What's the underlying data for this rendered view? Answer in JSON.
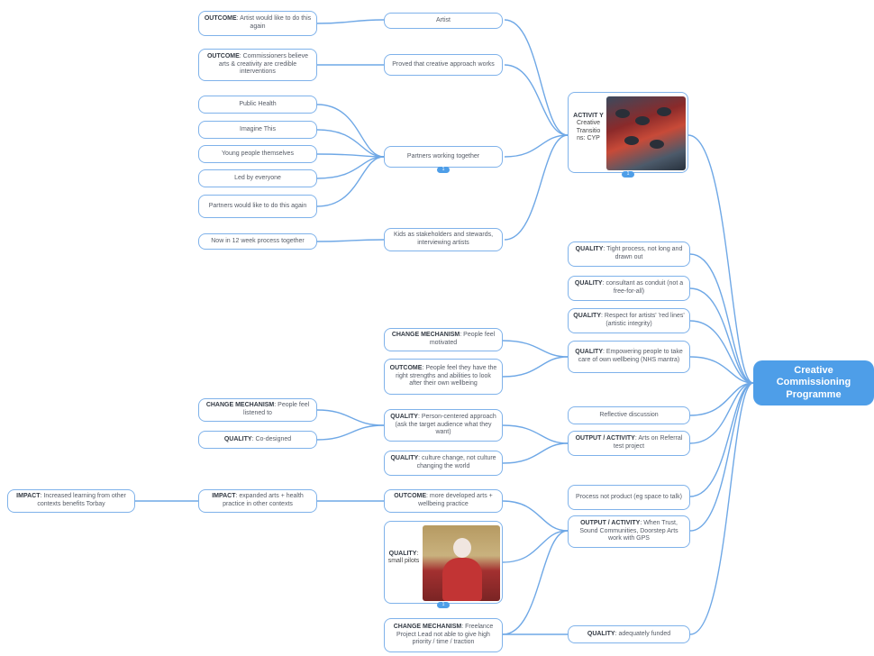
{
  "root": {
    "label": "Creative Commissioning Programme"
  },
  "activity": {
    "head": "ACTIVIT Y",
    "text": "Creative Transitio ns: CYP",
    "badge": "1"
  },
  "branch_top": {
    "artist": "Artist",
    "proved": "Proved that creative approach works",
    "partners": "Partners working together",
    "partners_badge": "1",
    "kids": "Kids as stakeholders and stewards, interviewing artists"
  },
  "outcomes_top": [
    {
      "b": "OUTCOME",
      "t": ": Artist would like to do this again"
    },
    {
      "b": "OUTCOME",
      "t": ": Commissioners believe arts & creativity are credible interventions"
    }
  ],
  "partners_list": [
    "Public Health",
    "Imagine This",
    "Young people themselves",
    "Led by everyone",
    "Partners would like to do this again"
  ],
  "kids_child": "Now in 12 week process together",
  "qualities_right": [
    {
      "b": "QUALITY",
      "t": ": Tight process, not long and drawn out"
    },
    {
      "b": "QUALITY",
      "t": ": consultant as conduit (not a free-for-all)"
    },
    {
      "b": "QUALITY",
      "t": ": Respect for artists' 'red lines' (artistic integrity)"
    },
    {
      "b": "QUALITY",
      "t": ": Empowering people to take care of own wellbeing (NHS mantra)"
    }
  ],
  "empower_children": [
    {
      "b": "CHANGE MECHANISM",
      "t": ": People feel motivated"
    },
    {
      "b": "OUTCOME",
      "t": ": People feel they have the right strengths and abilities to look after their own wellbeing"
    }
  ],
  "reflective": "Reflective discussion",
  "output_arts": {
    "b": "OUTPUT / ACTIVITY",
    "t": ": Arts on Referral test project"
  },
  "arts_children": [
    {
      "b": "QUALITY",
      "t": ": Person-centered approach (ask the target audience what they want)"
    },
    {
      "b": "QUALITY",
      "t": ": culture change, not culture changing the world"
    }
  ],
  "person_children": [
    {
      "b": "CHANGE MECHANISM",
      "t": ": People feel listened to"
    },
    {
      "b": "QUALITY",
      "t": ": Co-designed"
    }
  ],
  "process": "Process not product (eg space to talk)",
  "output_when": {
    "b": "OUTPUT / ACTIVITY",
    "t": ": When Trust, Sound Communities, Doorstep Arts work with GPS"
  },
  "when_children": {
    "outcome": {
      "b": "OUTCOME",
      "t": ": more developed arts + wellbeing practice"
    },
    "small": {
      "b": "QUALITY",
      "t": ": small pilots"
    },
    "small_badge": "1",
    "freelance": {
      "b": "CHANGE MECHANISM",
      "t": ": Freelance Project Lead not able to give high priority / time / traction"
    }
  },
  "impact1": {
    "b": "IMPACT",
    "t": ": expanded arts + health practice in other contexts"
  },
  "impact2": {
    "b": "IMPACT",
    "t": ": Increased learning from other contexts benefits Torbay"
  },
  "funded": {
    "b": "QUALITY",
    "t": ": adequately funded"
  },
  "colors": {
    "link": "#6fa8e6",
    "border": "#7fb2ea",
    "root_fill": "#4e9ee8"
  }
}
